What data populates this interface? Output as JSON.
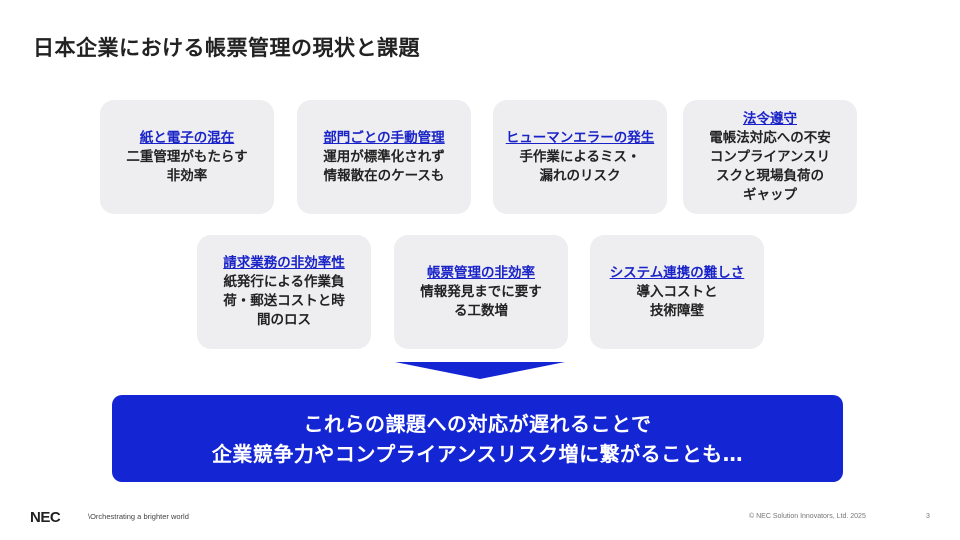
{
  "title": "日本企業における帳票管理の現状と課題",
  "cards": [
    {
      "heading": "紙と電子の混在",
      "body": [
        "二重管理がもたらす",
        "非効率"
      ]
    },
    {
      "heading": "部門ごとの手動管理",
      "body": [
        "運用が標準化されず",
        "情報散在のケースも"
      ]
    },
    {
      "heading": "ヒューマンエラーの発生",
      "body": [
        "手作業によるミス・",
        "漏れのリスク"
      ]
    },
    {
      "heading": "法令遵守",
      "body": [
        "電帳法対応への不安",
        "コンプライアンスリ",
        "スクと現場負荷の",
        "ギャップ"
      ]
    },
    {
      "heading": "請求業務の非効率性",
      "body": [
        "紙発行による作業負",
        "荷・郵送コストと時",
        "間のロス"
      ]
    },
    {
      "heading": "帳票管理の非効率",
      "body": [
        "情報発見までに要す",
        "る工数増"
      ]
    },
    {
      "heading": "システム連携の難しさ",
      "body": [
        "導入コストと",
        "技術障壁"
      ]
    }
  ],
  "banner": [
    "これらの課題への対応が遅れることで",
    "企業競争力やコンプライアンスリスク増に繋がることも…"
  ],
  "footer": {
    "logo": "NEC",
    "tagline": "\\Orchestrating a brighter world",
    "copyright": "© NEC Solution Innovators, Ltd. 2025",
    "page": "3"
  }
}
